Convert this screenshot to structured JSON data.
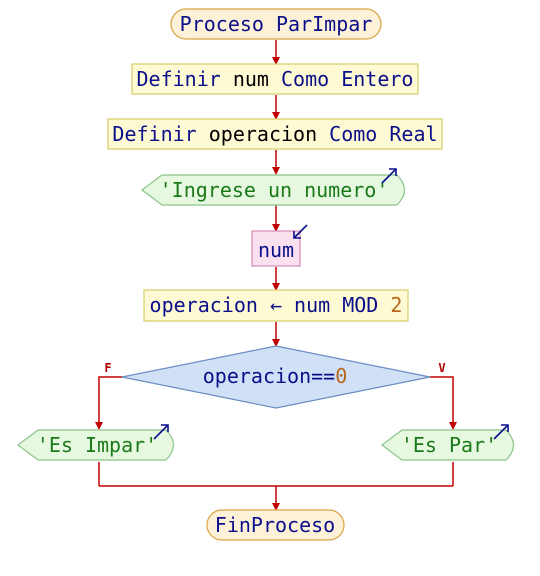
{
  "diagram": {
    "start": "Proceso ParImpar",
    "define_num": {
      "kw1": "Definir",
      "var": " num ",
      "kw2": "Como",
      "type": " Entero"
    },
    "define_op": {
      "kw1": "Definir",
      "var": " operacion ",
      "kw2": "Como",
      "type": " Real"
    },
    "write_prompt": "'Ingrese un numero'",
    "read_var": "num",
    "assign": {
      "target": "operacion",
      "arrow": " ← ",
      "var": "num",
      "op": " MOD ",
      "value": "2"
    },
    "condition": {
      "var": "operacion",
      "op": "==",
      "value": "0"
    },
    "false_label": "F",
    "true_label": "V",
    "write_odd": "'Es Impar'",
    "write_even": "'Es Par'",
    "end": "FinProceso"
  },
  "colors": {
    "line": "#c00000",
    "terminal_fill": "#fdf1d8",
    "terminal_stroke": "#d9a441",
    "process_fill": "#fefad3",
    "process_stroke": "#d6cc6a",
    "io_fill": "#e7f8e1",
    "io_stroke": "#8cc48a",
    "read_fill": "#fbe0f0",
    "read_stroke": "#d58cb4",
    "decision_fill": "#cfe0f7",
    "decision_stroke": "#6b8cc2",
    "keyword": "#0b0f8a",
    "string": "#1a7a1a",
    "number": "#b7661b"
  }
}
